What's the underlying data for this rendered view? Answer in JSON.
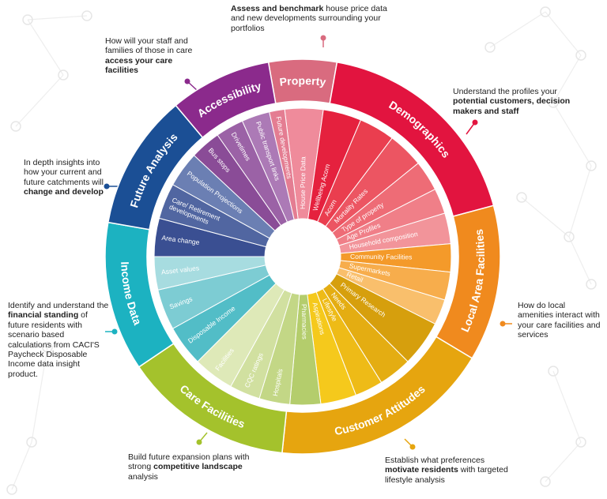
{
  "center_color": "#ffffff",
  "ring_stroke": "#ffffff",
  "categories": [
    {
      "id": "property",
      "label": "Property",
      "color": "#d96b7f",
      "inner_color": "#ea8a9a"
    },
    {
      "id": "demographics",
      "label": "Demographics",
      "color": "#e2143f",
      "inner_color": "#ea4a5c"
    },
    {
      "id": "local-area-facilities",
      "label": "Local Area Facilities",
      "color": "#f08a1e",
      "inner_color": "#f6b04e"
    },
    {
      "id": "customer-attitudes",
      "label": "Customer Attitudes",
      "color": "#e6a50f",
      "inner_color": "#e9b419"
    },
    {
      "id": "care-facilities",
      "label": "Care Facilities",
      "color": "#a4c22c",
      "inner_color": "#c6d98a"
    },
    {
      "id": "income-data",
      "label": "Income Data",
      "color": "#1cb2c1",
      "inner_color": "#6dc9d3"
    },
    {
      "id": "future-analysis",
      "label": "Future Analysis",
      "color": "#1b4f95",
      "inner_color": "#5067a5"
    },
    {
      "id": "accessibility",
      "label": "Accessibility",
      "color": "#8b2a8c",
      "inner_color": "#9b5aa5"
    }
  ],
  "segments": [
    {
      "label": "House Price Data",
      "category": "property",
      "color": "#ef8b9b"
    },
    {
      "label": "Wellbeing Acorn",
      "category": "demographics",
      "color": "#e5213e"
    },
    {
      "label": "Acorn",
      "category": "demographics",
      "color": "#ea3e4f"
    },
    {
      "label": "Mortality Rates",
      "category": "demographics",
      "color": "#ec5562"
    },
    {
      "label": "Type of property",
      "category": "demographics",
      "color": "#ee6c76"
    },
    {
      "label": "Age Profiles",
      "category": "demographics",
      "color": "#f07f88"
    },
    {
      "label": "Household composition",
      "category": "demographics",
      "color": "#f2949a"
    },
    {
      "label": "Community Facilities",
      "category": "local-area-facilities",
      "color": "#f49a2a"
    },
    {
      "label": "Supermarkets",
      "category": "local-area-facilities",
      "color": "#f7ad4c"
    },
    {
      "label": "Retail",
      "category": "local-area-facilities",
      "color": "#f9bf6c"
    },
    {
      "label": "Primary Research",
      "category": "customer-attitudes",
      "color": "#d69f0d"
    },
    {
      "label": "Needs",
      "category": "customer-attitudes",
      "color": "#e4ad12"
    },
    {
      "label": "Lifestyle",
      "category": "customer-attitudes",
      "color": "#eebb17"
    },
    {
      "label": "Aspirations",
      "category": "customer-attitudes",
      "color": "#f5c91c"
    },
    {
      "label": "Pharmacies",
      "category": "care-facilities",
      "color": "#b4cd6c"
    },
    {
      "label": "Hospitals",
      "category": "care-facilities",
      "color": "#c3d786"
    },
    {
      "label": "CQC ratings",
      "category": "care-facilities",
      "color": "#d1e0a0"
    },
    {
      "label": "Facilities",
      "category": "care-facilities",
      "color": "#dee9b8"
    },
    {
      "label": "Disposable Income",
      "category": "income-data",
      "color": "#52bdc7"
    },
    {
      "label": "Savings",
      "category": "income-data",
      "color": "#7dccd3"
    },
    {
      "label": "Asset values",
      "category": "income-data",
      "color": "#a7dce0"
    },
    {
      "label": "Area change",
      "category": "future-analysis",
      "color": "#3a4f92"
    },
    {
      "label": "Care/ Retirement developments",
      "category": "future-analysis",
      "color": "#5166a1"
    },
    {
      "label": "Population Projections",
      "category": "future-analysis",
      "color": "#6b7fb3"
    },
    {
      "label": "Bus stops",
      "category": "accessibility",
      "color": "#8a4c97"
    },
    {
      "label": "Drivetimes",
      "category": "accessibility",
      "color": "#9b62a6"
    },
    {
      "label": "Public transport links",
      "category": "accessibility",
      "color": "#ac7ab6"
    },
    {
      "label": "Future developments",
      "category": "property",
      "color": "#e47d92"
    }
  ],
  "callouts": [
    {
      "id": "property",
      "color": "#d96b7f",
      "parts": [
        [
          "Assess and benchmark",
          true
        ],
        [
          " house price data and new developments surrounding your portfolios",
          false
        ]
      ]
    },
    {
      "id": "accessibility",
      "color": "#8b2a8c",
      "parts": [
        [
          "How will your staff and families of those in care ",
          false
        ],
        [
          "access your care facilities",
          true
        ]
      ]
    },
    {
      "id": "demographics",
      "color": "#e2143f",
      "parts": [
        [
          "Understand the profiles your ",
          false
        ],
        [
          "potential customers, decision makers and staff",
          true
        ]
      ]
    },
    {
      "id": "future-analysis",
      "color": "#1b4f95",
      "parts": [
        [
          "In depth insights into how your current and future catchments will ",
          false
        ],
        [
          "change and develop",
          true
        ]
      ]
    },
    {
      "id": "income-data",
      "color": "#1cb2c1",
      "parts": [
        [
          "Identify and understand the ",
          false
        ],
        [
          "financial standing",
          true
        ],
        [
          " of future residents with scenario based calculations from CACI'S Paycheck Disposable Income data insight product.",
          false
        ]
      ]
    },
    {
      "id": "local-area-facilities",
      "color": "#f08a1e",
      "parts": [
        [
          "How do local amenities interact with your care facilities and services",
          false
        ]
      ]
    },
    {
      "id": "care-facilities",
      "color": "#a4c22c",
      "parts": [
        [
          "Build future expansion plans with strong ",
          false
        ],
        [
          "competitive landscape",
          true
        ],
        [
          "  analysis",
          false
        ]
      ]
    },
    {
      "id": "customer-attitudes",
      "color": "#e6a50f",
      "parts": [
        [
          "Establish what preferences ",
          false
        ],
        [
          "motivate residents",
          true
        ],
        [
          " with targeted lifestyle analysis",
          false
        ]
      ]
    }
  ]
}
